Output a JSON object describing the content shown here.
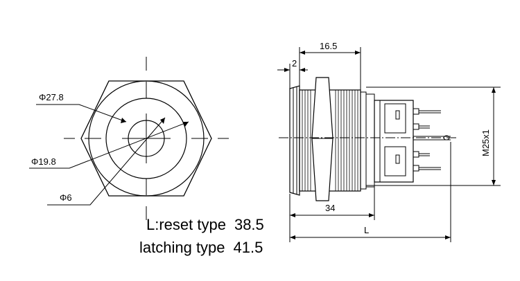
{
  "front_view": {
    "dim_outer": "Φ27.8",
    "dim_ring": "Φ19.8",
    "dim_center": "Φ6"
  },
  "side_view": {
    "dim_top": "16.5",
    "dim_flange": "2",
    "dim_thread": "M25x1",
    "dim_body": "34",
    "dim_total": "L"
  },
  "notes": [
    {
      "label": "L:reset type",
      "value": "38.5"
    },
    {
      "label": "latching type",
      "value": "41.5"
    }
  ]
}
